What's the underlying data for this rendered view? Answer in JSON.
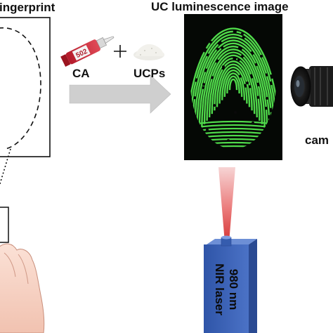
{
  "labels": {
    "fingerprint": "ingerprint",
    "uc_image_title": "UC luminescence image",
    "ca": "CA",
    "ucps": "UCPs",
    "camera": "cam",
    "laser_line1": "980 nm",
    "laser_line2": "NIR laser"
  },
  "colors": {
    "fingerprint_green": "#4fd94a",
    "fingerprint_bg": "#050805",
    "arrow_gray": "#cfcfcf",
    "laser_box": "#3f63b8",
    "laser_beam": "#e23c3c"
  }
}
